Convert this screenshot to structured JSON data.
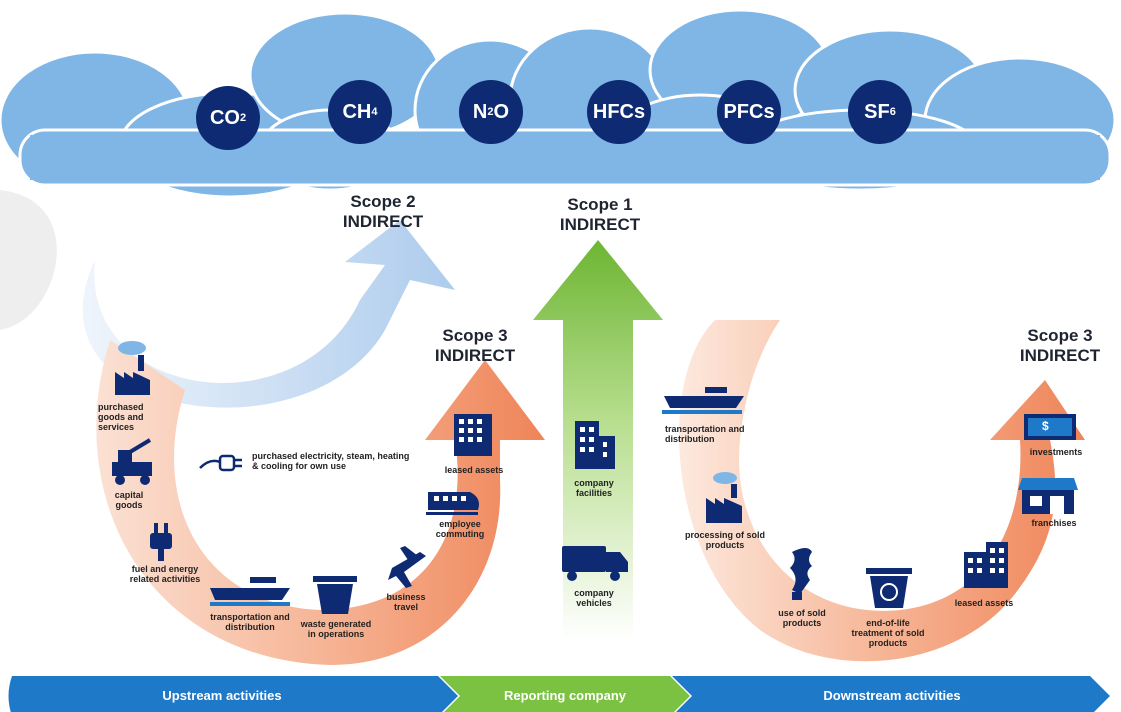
{
  "gases": [
    {
      "base": "CO",
      "sub": "2"
    },
    {
      "base": "CH",
      "sub": "4"
    },
    {
      "base": "N",
      "sub": "2",
      "tail": "O"
    },
    {
      "base": "HFCs",
      "sub": ""
    },
    {
      "base": "PFCs",
      "sub": ""
    },
    {
      "base": "SF",
      "sub": "6"
    }
  ],
  "scopes": {
    "scope2": {
      "line1": "Scope 2",
      "line2": "INDIRECT"
    },
    "scope1": {
      "line1": "Scope 1",
      "line2": "INDIRECT"
    },
    "scope3_left": {
      "line1": "Scope 3",
      "line2": "INDIRECT"
    },
    "scope3_right": {
      "line1": "Scope 3",
      "line2": "INDIRECT"
    }
  },
  "upstream": {
    "purchased_goods": "purchased goods and services",
    "capital_goods": "capital goods",
    "fuel_energy": "fuel and energy related activities",
    "transport": "transportation and distribution",
    "waste": "waste generated in operations",
    "business_travel": "business travel",
    "commuting": "employee commuting",
    "leased_assets": "leased assets",
    "electricity": "purchased electricity, steam, heating & cooling for own use"
  },
  "company": {
    "facilities": "company facilities",
    "vehicles": "company vehicles"
  },
  "downstream": {
    "transport": "transportation and distribution",
    "processing": "processing of sold products",
    "use": "use of sold products",
    "end_of_life": "end-of-life treatment of sold products",
    "leased_assets": "leased assets",
    "franchises": "franchises",
    "investments": "investments",
    "dollar": "$"
  },
  "bands": {
    "upstream": "Upstream activities",
    "reporting": "Reporting company",
    "downstream": "Downstream activities"
  },
  "colors": {
    "cloud": "#7fb6e6",
    "gas_circle": "#0d2a72",
    "scope1_arrow": "#7cc242",
    "scope2_arrow": "#b9d3ef",
    "scope3_arrow": "#f08c62",
    "band_blue": "#1f79c9",
    "band_green": "#7cc242",
    "icon": "#0d2a72"
  }
}
